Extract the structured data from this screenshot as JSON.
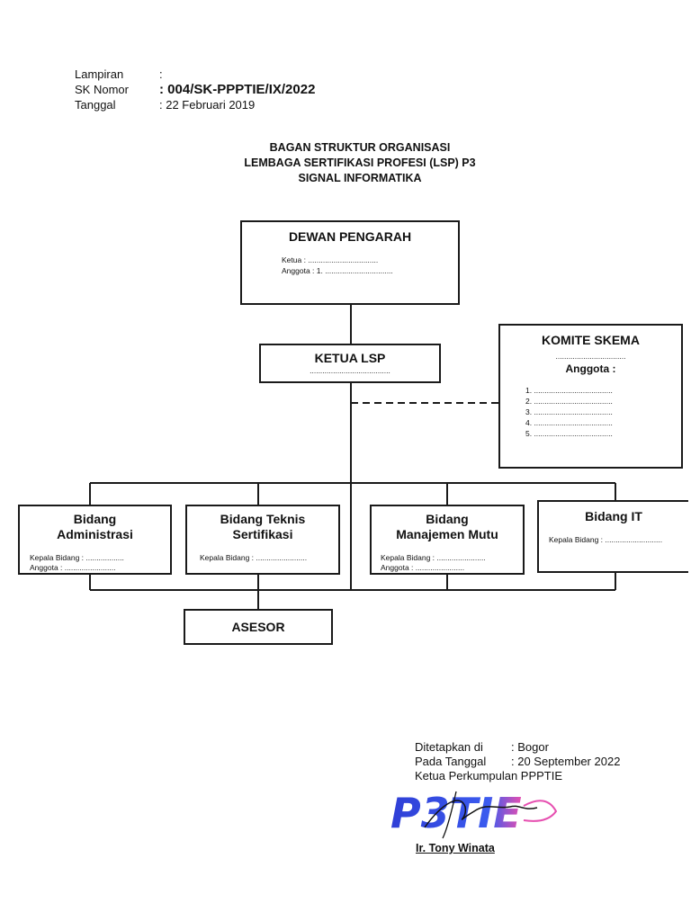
{
  "header": {
    "lampiran_label": "Lampiran",
    "lampiran_value": ":",
    "sk_label": "SK Nomor",
    "sk_value": ": 004/SK-PPPTIE/IX/2022",
    "tanggal_label": "Tanggal",
    "tanggal_value": ": 22 Februari 2019"
  },
  "title": {
    "line1": "BAGAN STRUKTUR ORGANISASI",
    "line2": "LEMBAGA SERTIFIKASI PROFESI (LSP) P3",
    "line3": "SIGNAL INFORMATIKA"
  },
  "dewan": {
    "title": "DEWAN PENGARAH",
    "ketua": "Ketua : .................................",
    "anggota": "Anggota : 1. ................................"
  },
  "ketua_lsp": {
    "title": "KETUA LSP",
    "dots": "......................................"
  },
  "komite": {
    "title": "KOMITE SKEMA",
    "dots": ".................................",
    "anggota_label": "Anggota :",
    "members": [
      "1. .....................................",
      "2. .....................................",
      "3. .....................................",
      "4. .....................................",
      "5. ....................................."
    ]
  },
  "bidang": [
    {
      "title1": "Bidang",
      "title2": "Administrasi",
      "kepala": "Kepala Bidang : ..................",
      "anggota": "Anggota   : ........................"
    },
    {
      "title1": "Bidang Teknis",
      "title2": "Sertifikasi",
      "kepala": "Kepala Bidang : ........................",
      "anggota": ""
    },
    {
      "title1": "Bidang",
      "title2": "Manajemen Mutu",
      "kepala": "Kepala Bidang : .......................",
      "anggota": "Anggota          : ......................."
    },
    {
      "title1": "Bidang IT",
      "title2": "",
      "kepala": "Kepala Bidang : ...........................",
      "anggota": ""
    }
  ],
  "asesor": {
    "title": "ASESOR"
  },
  "signature": {
    "ditetapkan_label": "Ditetapkan di",
    "ditetapkan_value": ": Bogor",
    "tanggal_label": "Pada Tanggal",
    "tanggal_value": ": 20 September 2022",
    "jabatan": "Ketua Perkumpulan PPPTIE",
    "nama": "Ir. Tony Winata",
    "logo_text": "P3TIE"
  },
  "colors": {
    "logo_blue": "#2f3fd6",
    "logo_pink": "#e64fb0",
    "line": "#1a1a1a"
  }
}
